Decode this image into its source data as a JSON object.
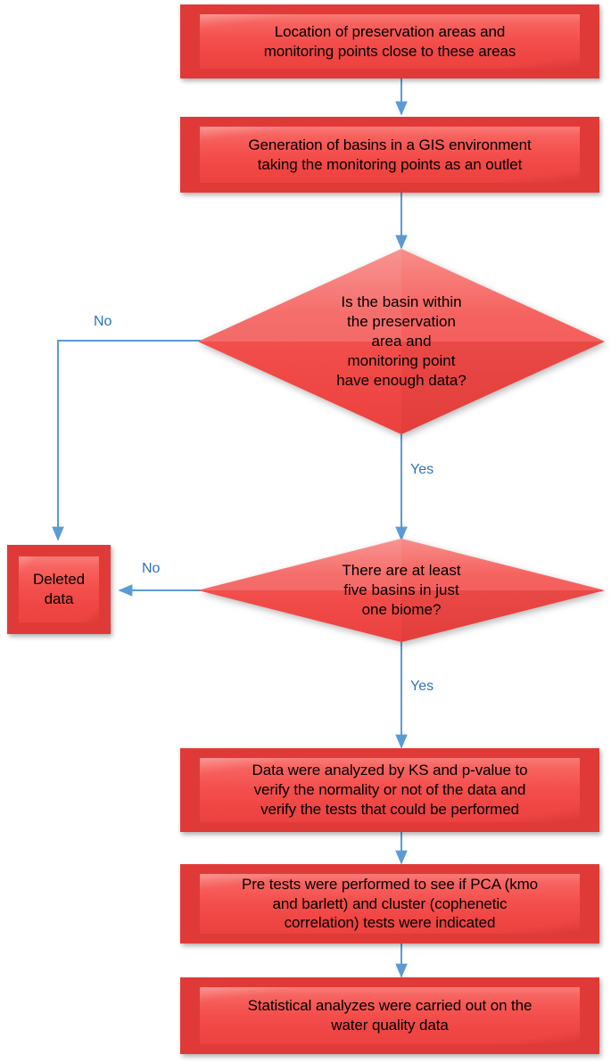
{
  "diagram": {
    "title": "Water quality data analysis methodology flowchart",
    "accent_shape_color": "#f4504e",
    "accent_shape_border_color": "#e03a38",
    "connector_color": "#5b9bd5",
    "edge_label_color": "#2d72bd",
    "text_color": "#000000",
    "background_color": "#ffffff"
  },
  "nodes": [
    {
      "id": "location",
      "type": "process",
      "text": "Location of preservation areas and\nmonitoring points close to these areas"
    },
    {
      "id": "generation",
      "type": "process",
      "text": "Generation of basins in a GIS environment\ntaking the monitoring points as an outlet"
    },
    {
      "id": "decision-basin",
      "type": "decision",
      "text": "Is the basin within\nthe preservation\narea and\nmonitoring point\nhave enough data?"
    },
    {
      "id": "deleted-data",
      "type": "process",
      "text": "Deleted\ndata"
    },
    {
      "id": "decision-biome",
      "type": "decision",
      "text": "There are at least\nfive basins in just\none biome?"
    },
    {
      "id": "ks-pvalue",
      "type": "process",
      "text": "Data were analyzed by KS and p-value to\nverify the normality or not of the data and\nverify the tests that could be performed"
    },
    {
      "id": "pre-tests",
      "type": "process",
      "text": "Pre tests were performed to see if PCA (kmo\nand barlett) and cluster (cophenetic\ncorrelation) tests were indicated"
    },
    {
      "id": "statistical-analyzes",
      "type": "process",
      "text": "Statistical analyzes were carried out on the\nwater quality data"
    }
  ],
  "edges": [
    {
      "id": "e1",
      "from": "location",
      "to": "generation",
      "label": ""
    },
    {
      "id": "e2",
      "from": "generation",
      "to": "decision-basin",
      "label": ""
    },
    {
      "id": "e3",
      "from": "decision-basin",
      "to": "deleted-data",
      "label": "No"
    },
    {
      "id": "e4",
      "from": "decision-basin",
      "to": "decision-biome",
      "label": "Yes"
    },
    {
      "id": "e5",
      "from": "decision-biome",
      "to": "deleted-data",
      "label": "No"
    },
    {
      "id": "e6",
      "from": "decision-biome",
      "to": "ks-pvalue",
      "label": "Yes"
    },
    {
      "id": "e7",
      "from": "ks-pvalue",
      "to": "pre-tests",
      "label": ""
    },
    {
      "id": "e8",
      "from": "pre-tests",
      "to": "statistical-analyzes",
      "label": ""
    }
  ]
}
